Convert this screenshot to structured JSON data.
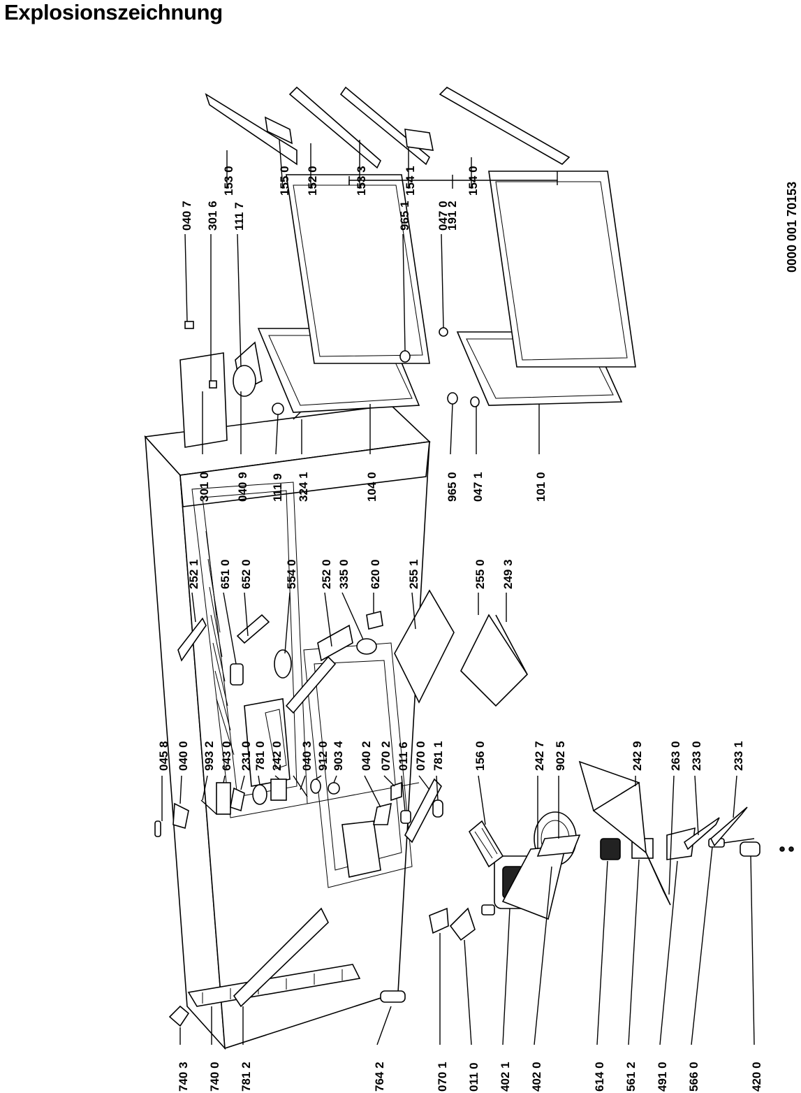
{
  "title": "Explosionszeichnung",
  "document_number": "0000 001 70153",
  "callouts": [
    {
      "id": "c7403",
      "label": "740 3"
    },
    {
      "id": "c7400",
      "label": "740 0"
    },
    {
      "id": "c7812",
      "label": "781 2"
    },
    {
      "id": "c7642",
      "label": "764 2"
    },
    {
      "id": "c0701",
      "label": "070 1"
    },
    {
      "id": "c0110",
      "label": "011 0"
    },
    {
      "id": "c4021",
      "label": "402 1"
    },
    {
      "id": "c4020",
      "label": "402 0"
    },
    {
      "id": "c6140",
      "label": "614 0"
    },
    {
      "id": "c5612",
      "label": "561 2"
    },
    {
      "id": "c4910",
      "label": "491 0"
    },
    {
      "id": "c5660",
      "label": "566 0"
    },
    {
      "id": "c4200",
      "label": "420 0"
    },
    {
      "id": "c0458",
      "label": "045 8"
    },
    {
      "id": "c0400",
      "label": "040 0"
    },
    {
      "id": "c9932",
      "label": "993 2"
    },
    {
      "id": "c6430",
      "label": "643 0"
    },
    {
      "id": "c2310",
      "label": "231 0"
    },
    {
      "id": "c7810",
      "label": "781 0"
    },
    {
      "id": "c2420",
      "label": "242 0"
    },
    {
      "id": "c0403",
      "label": "040 3"
    },
    {
      "id": "c9120",
      "label": "912 0"
    },
    {
      "id": "c9034",
      "label": "903 4"
    },
    {
      "id": "c0402",
      "label": "040 2"
    },
    {
      "id": "c0702",
      "label": "070 2"
    },
    {
      "id": "c0116",
      "label": "011 6"
    },
    {
      "id": "c0700",
      "label": "070 0"
    },
    {
      "id": "c7811",
      "label": "781 1"
    },
    {
      "id": "c1560",
      "label": "156 0"
    },
    {
      "id": "c2427",
      "label": "242 7"
    },
    {
      "id": "c9025",
      "label": "902 5"
    },
    {
      "id": "c2429",
      "label": "242 9"
    },
    {
      "id": "c2630",
      "label": "263 0"
    },
    {
      "id": "c2330",
      "label": "233 0"
    },
    {
      "id": "c2331",
      "label": "233 1"
    },
    {
      "id": "c2521",
      "label": "252 1"
    },
    {
      "id": "c6510",
      "label": "651 0"
    },
    {
      "id": "c6520",
      "label": "652 0"
    },
    {
      "id": "c5540",
      "label": "554 0"
    },
    {
      "id": "c2520",
      "label": "252 0"
    },
    {
      "id": "c3350",
      "label": "335 0"
    },
    {
      "id": "c6200",
      "label": "620 0"
    },
    {
      "id": "c2551",
      "label": "255 1"
    },
    {
      "id": "c2550",
      "label": "255 0"
    },
    {
      "id": "c2493",
      "label": "249 3"
    },
    {
      "id": "c3010",
      "label": "301 0"
    },
    {
      "id": "c0409",
      "label": "040 9"
    },
    {
      "id": "c1119",
      "label": "111 9"
    },
    {
      "id": "c3241",
      "label": "324 1"
    },
    {
      "id": "c1040",
      "label": "104 0"
    },
    {
      "id": "c9650",
      "label": "965 0"
    },
    {
      "id": "c0471",
      "label": "047 1"
    },
    {
      "id": "c1010",
      "label": "101 0"
    },
    {
      "id": "c0407",
      "label": "040 7"
    },
    {
      "id": "c3016",
      "label": "301 6"
    },
    {
      "id": "c1117",
      "label": "111 7"
    },
    {
      "id": "c9651",
      "label": "965 1"
    },
    {
      "id": "c0470",
      "label": "047 0"
    },
    {
      "id": "c1912",
      "label": "191 2"
    },
    {
      "id": "c1530",
      "label": "153 0"
    },
    {
      "id": "c1550",
      "label": "155 0"
    },
    {
      "id": "c1520",
      "label": "152 0"
    },
    {
      "id": "c1533",
      "label": "153 3"
    },
    {
      "id": "c1541",
      "label": "154 1"
    },
    {
      "id": "c1540",
      "label": "154 0"
    }
  ]
}
